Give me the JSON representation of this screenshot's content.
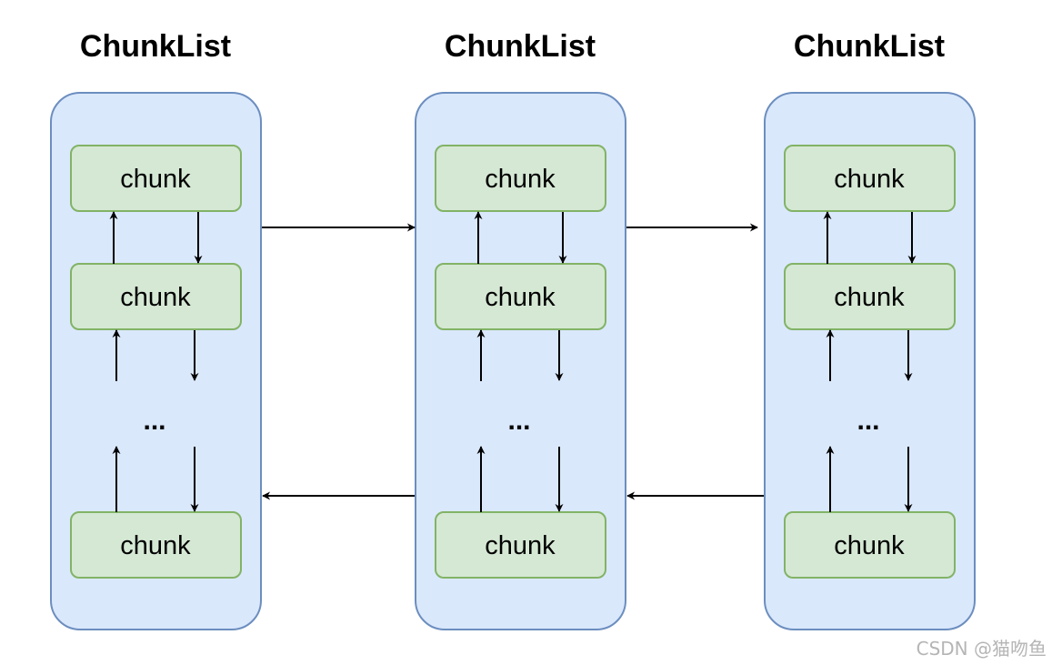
{
  "colors": {
    "list_fill": "#dae8fc",
    "list_stroke": "#6c8ebf",
    "chunk_fill": "#d5e8d4",
    "chunk_stroke": "#82b366",
    "arrow": "#000000",
    "watermark": "#b5b5b5"
  },
  "chunk_lists": [
    {
      "title": "ChunkList",
      "chunks": [
        "chunk",
        "chunk",
        "chunk"
      ],
      "ellipsis": "..."
    },
    {
      "title": "ChunkList",
      "chunks": [
        "chunk",
        "chunk",
        "chunk"
      ],
      "ellipsis": "..."
    },
    {
      "title": "ChunkList",
      "chunks": [
        "chunk",
        "chunk",
        "chunk"
      ],
      "ellipsis": "..."
    }
  ],
  "watermark": "CSDN @猫吻鱼"
}
